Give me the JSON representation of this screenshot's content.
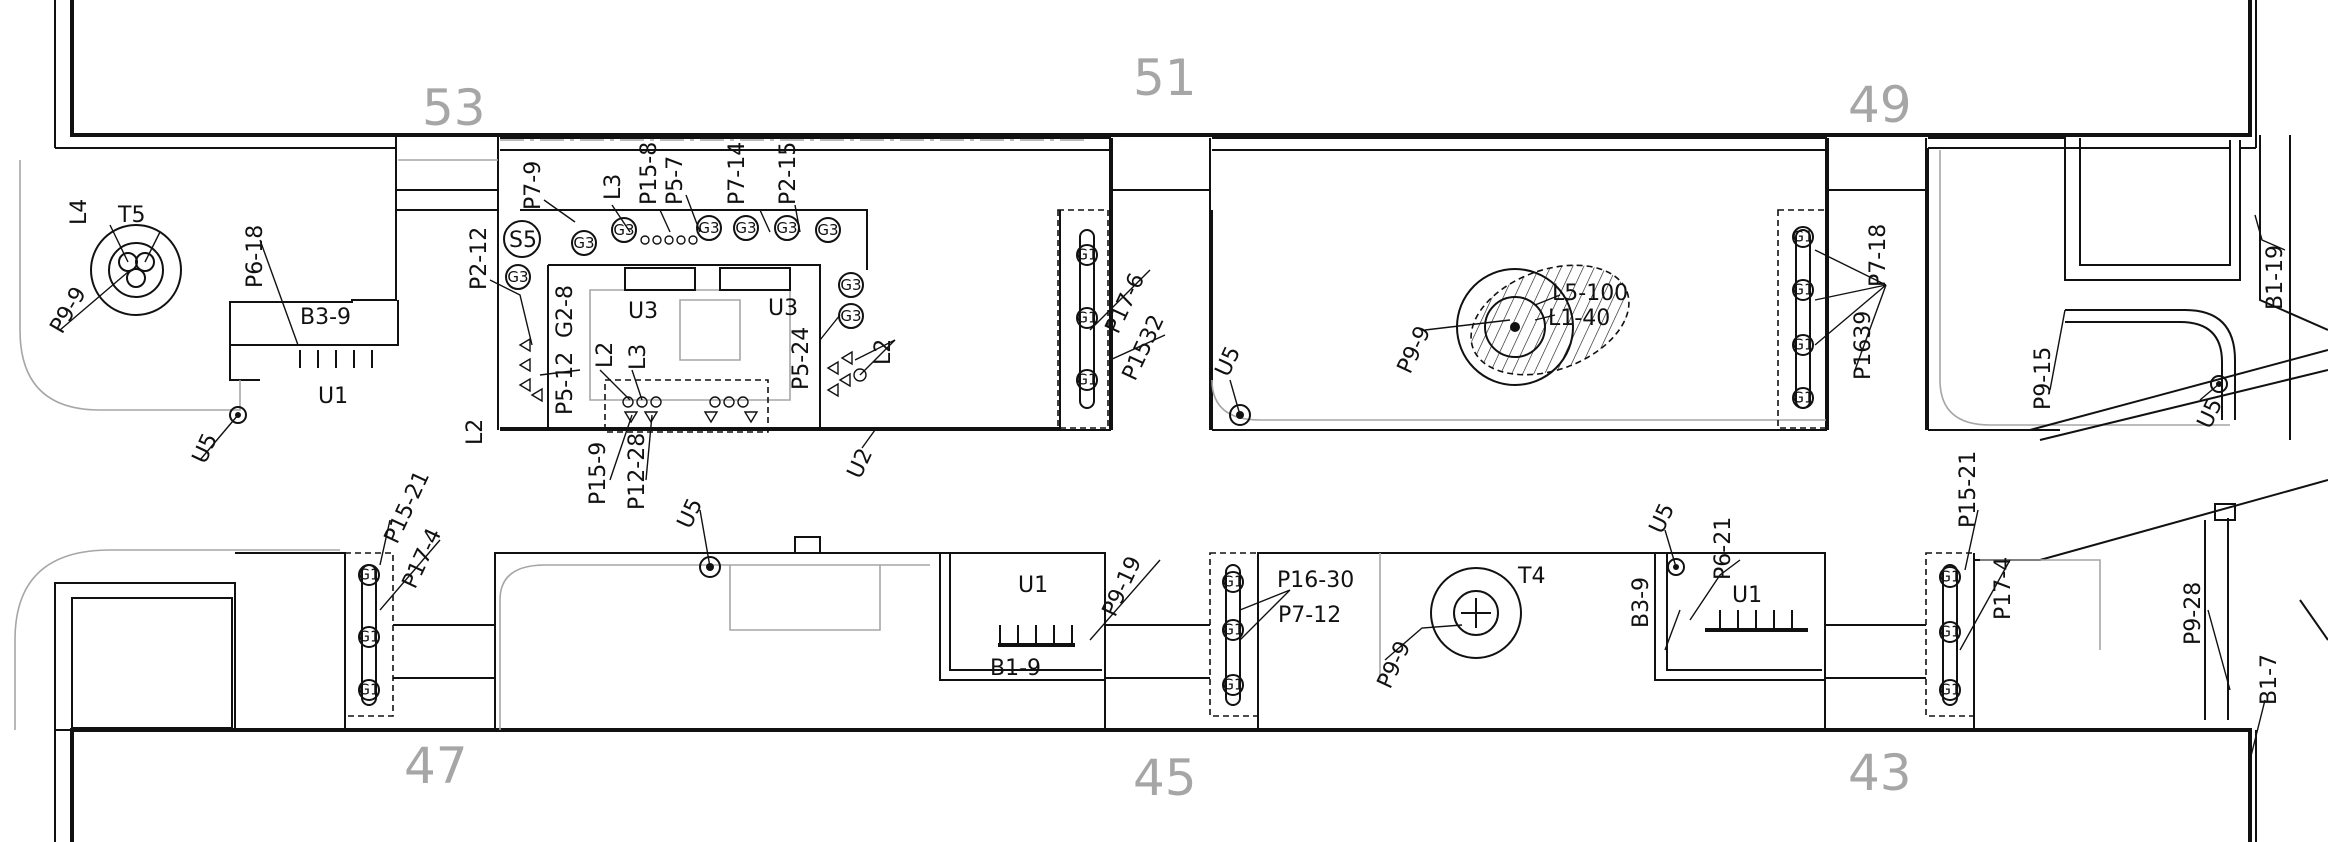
{
  "plot_numbers": [
    "53",
    "51",
    "49",
    "47",
    "45",
    "43"
  ],
  "labels": {
    "l4": "L4",
    "t5": "T5",
    "p9_9_a": "P9-9",
    "p6_18": "P6-18",
    "b3_9_a": "B3-9",
    "u1_a": "U1",
    "u5_a": "U5",
    "p2_12": "P2-12",
    "p7_9": "P7-9",
    "l3_a": "L3",
    "p15_8": "P15-8",
    "p5_7": "P5-7",
    "p7_14": "P7-14",
    "p2_15": "P2-15",
    "s5": "S5",
    "g2_8": "G2-8",
    "p5_12": "P5-12",
    "l2_a": "L2",
    "l2_b": "L2",
    "l3_b": "L3",
    "u3_a": "U3",
    "u3_b": "U3",
    "p5_24": "P5-24",
    "l2_c": "L2",
    "u2": "U2",
    "p15_9": "P15-9",
    "p12_28": "P12-28",
    "p17_6": "P17-6",
    "p15_32": "P1532",
    "u5_b": "U5",
    "p9_9_b": "P9-9",
    "l5_100": "L5-100",
    "l1_40": "L1-40",
    "p7_18": "P7-18",
    "p16_39": "P1639",
    "b1_19": "B1-19",
    "p9_15": "P9-15",
    "u5_c": "U5",
    "p15_21_a": "P15-21",
    "p17_4_a": "P17-4",
    "u5_d": "U5",
    "u1_b": "U1",
    "p9_19": "P9-19",
    "b1_9": "B1-9",
    "p16_30": "P16-30",
    "p7_12": "P7-12",
    "t4": "T4",
    "p9_9_c": "P9-9",
    "u5_e": "U5",
    "p6_21": "P6-21",
    "b3_9_b": "B3-9",
    "u1_c": "U1",
    "p15_21_b": "P15-21",
    "p17_4_b": "P17-4",
    "p9_28": "P9-28",
    "b1_7": "B1-7"
  },
  "symbols": {
    "g1": "G1",
    "g3": "G3"
  },
  "colors": {
    "line": "#111111",
    "plot_number": "#a6a6a6",
    "light_line": "#a6a6a6"
  }
}
